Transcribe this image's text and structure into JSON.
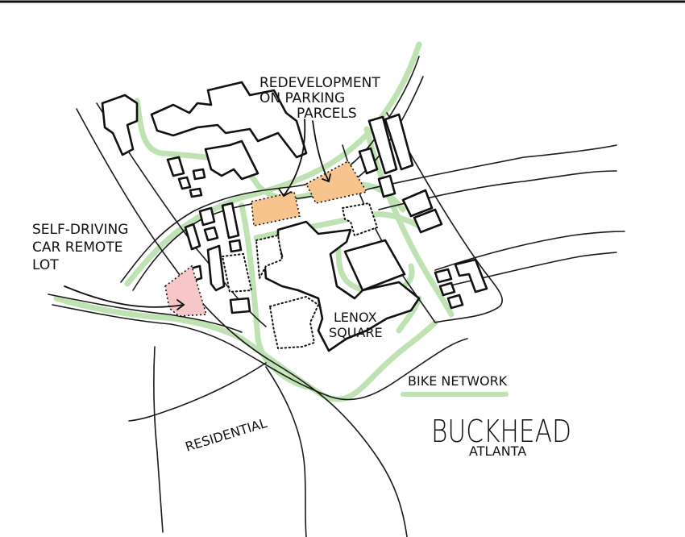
{
  "annotations": {
    "redevelopment": [
      "REDEVELOPMENT",
      "ON PARKING",
      "PARCELS"
    ],
    "self_driving": [
      "SELF-DRIVING",
      "CAR REMOTE",
      "LOT"
    ],
    "lenox": [
      "LENOX",
      "SQUARE"
    ],
    "residential": "RESIDENTIAL"
  },
  "legend": {
    "bike_network": "BIKE NETWORK",
    "bike_color": "#bfe2b3"
  },
  "title": {
    "main": "BUCKHEAD",
    "sub": "ATLANTA"
  },
  "colors": {
    "redevelopment_parcel": "#f6c48c",
    "remote_lot": "#f6c6c8",
    "bike_network": "#bfe2b3",
    "ink": "#111111"
  }
}
